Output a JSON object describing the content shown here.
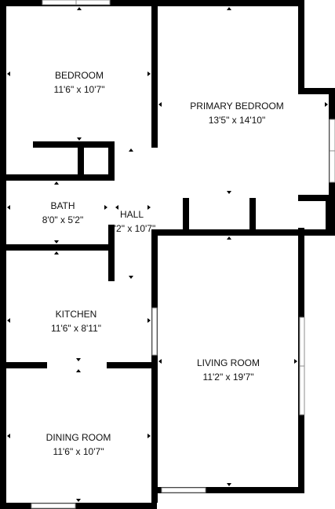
{
  "rooms": [
    {
      "name": "BEDROOM",
      "dimensions": "11'6\" x 10'7\""
    },
    {
      "name": "PRIMARY BEDROOM",
      "dimensions": "13'5\" x 14'10\""
    },
    {
      "name": "BATH",
      "dimensions": "8'0\" x 5'2\""
    },
    {
      "name": "HALL",
      "dimensions": "'2\" x 10'7\""
    },
    {
      "name": "KITCHEN",
      "dimensions": "11'6\" x 8'11\""
    },
    {
      "name": "LIVING ROOM",
      "dimensions": "11'2\" x 19'7\""
    },
    {
      "name": "DINING ROOM",
      "dimensions": "11'6\" x 10'7\""
    }
  ],
  "colors": {
    "wall": "#000000",
    "background": "#ffffff",
    "window": "#8c8c8c"
  }
}
